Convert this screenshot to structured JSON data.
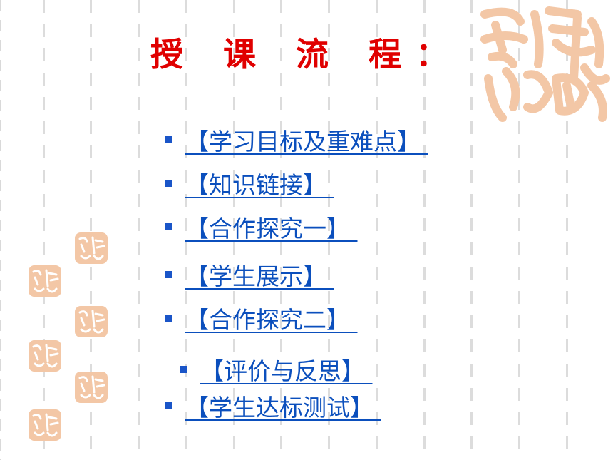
{
  "slide": {
    "title": "授 课 流 程：",
    "items": [
      {
        "label": "【学习目标及重难点】"
      },
      {
        "label": "【知识链接】"
      },
      {
        "label": "【合作探究一】"
      },
      {
        "label": "【学生展示】"
      },
      {
        "label": "【合作探究二】"
      },
      {
        "label": "【评价与反思】"
      },
      {
        "label": "【学生达标测试】"
      }
    ]
  },
  "colors": {
    "title": "#e00000",
    "link": "#0b4fbd",
    "bullet": "#1a55c8",
    "seal": "#f3c7a6"
  },
  "icons": {
    "bullet": "square-bullet-icon",
    "decoration": "auspicious-seal-icon"
  }
}
